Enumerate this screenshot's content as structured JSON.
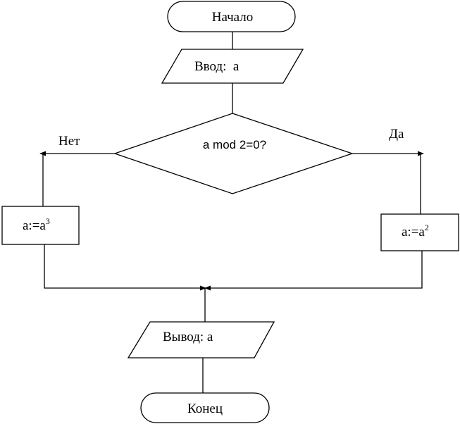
{
  "diagram": {
    "start_label": "Начало",
    "input_label": "Ввод:  a",
    "condition_label": "a mod 2=0?",
    "no_label": "Нет",
    "yes_label": "Да",
    "no_branch": {
      "base": "a:=a",
      "exponent": "3"
    },
    "yes_branch": {
      "base": "a:=a",
      "exponent": "2"
    },
    "output_label": "Вывод: a",
    "end_label": "Конец"
  }
}
